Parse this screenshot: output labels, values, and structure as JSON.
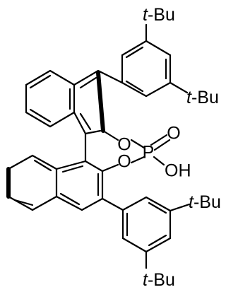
{
  "molecule": {
    "atoms": {
      "o_upper": "O",
      "o_lower": "O",
      "p": "P",
      "o_double": "O",
      "oh": "OH"
    },
    "substituents": {
      "tbu_prefix": "t",
      "tbu_suffix": "-Bu",
      "tbu_top": {
        "prefix": "t",
        "suffix": "-Bu"
      },
      "tbu_upper_right": {
        "prefix": "t",
        "suffix": "-Bu"
      },
      "tbu_lower_right": {
        "prefix": "t",
        "suffix": "-Bu"
      },
      "tbu_bottom": {
        "prefix": "t",
        "suffix": "-Bu"
      }
    },
    "colors": {
      "ink": "#000000",
      "background": "#ffffff"
    }
  }
}
